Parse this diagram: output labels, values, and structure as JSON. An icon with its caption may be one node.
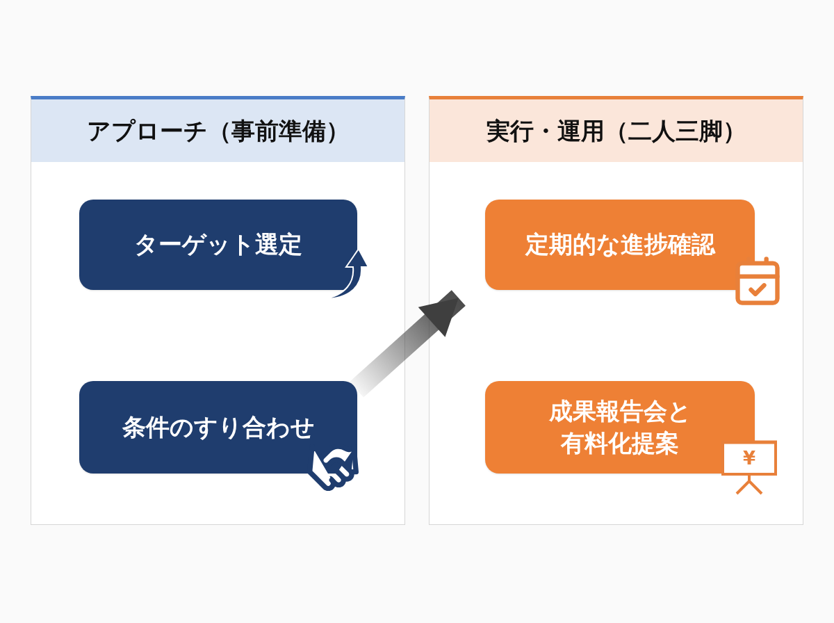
{
  "diagram": {
    "nodes": [
      {
        "text": [
          "アプローチ（事前準備）"
        ]
      },
      {
        "text": [
          "ターゲット選定"
        ],
        "in": 0
      },
      {
        "text": [
          "条件のすり合わせ"
        ],
        "in": 0
      },
      {
        "text": [
          "実行・運用（二人三脚）"
        ]
      },
      {
        "text": [
          "定期的な進捗確認"
        ],
        "in": 3
      },
      {
        "text": [
          "成果報告会と有料化提案"
        ],
        "in": 3
      }
    ],
    "edges": [
      {
        "from": 2,
        "to": 4,
        "arrow": "to",
        "style": "thick"
      }
    ],
    "labels": [
      "¥"
    ]
  }
}
